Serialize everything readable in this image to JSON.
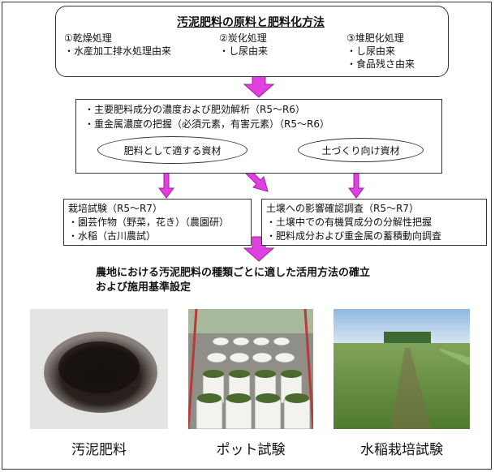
{
  "top": {
    "title": "汚泥肥料の原料と肥料化方法",
    "col1_head": "①乾燥処理",
    "col1_items": [
      "・水産加工排水処理由来"
    ],
    "col2_head": "②炭化処理",
    "col2_items": [
      "・し尿由来"
    ],
    "col3_head": "③堆肥化処理",
    "col3_items": [
      "・し尿由来",
      "・食品残さ由来"
    ]
  },
  "analysis": {
    "lines": [
      "・主要肥料成分の濃度および肥効解析（R5～R6）",
      "・重金属濃度の把握（必須元素，有害元素）（R5～R6）"
    ],
    "ellipse_left": "肥料として適する資材",
    "ellipse_right": "土づくり向け資材"
  },
  "cultivation": {
    "head": "栽培試験（R5～R7）",
    "items": [
      "・園芸作物（野菜，花き）（農園研）",
      "・水稲（古川農試）"
    ]
  },
  "soil": {
    "head": "土壌への影響確認調査（R5～R7）",
    "items": [
      "・土壌中での有機質成分の分解性把握",
      "・肥料成分および重金属の蓄積動向調査"
    ]
  },
  "conclusion": {
    "line1": "農地における汚泥肥料の種類ごとに適した活用方法の確立",
    "line2": "および施用基準設定"
  },
  "photos": {
    "captions": [
      "汚泥肥料",
      "ポット試験",
      "水稲栽培試験"
    ]
  },
  "colors": {
    "arrow": "#e040e0",
    "arrow_stroke": "#a020a0"
  }
}
